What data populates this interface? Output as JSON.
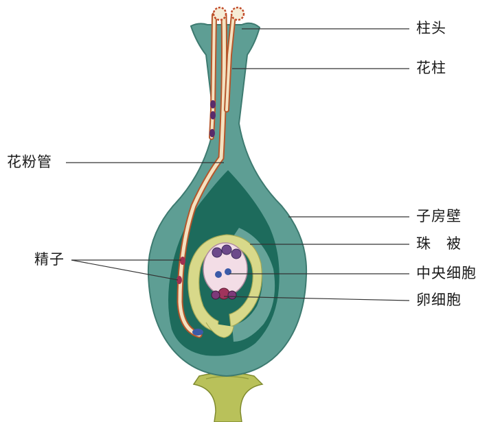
{
  "labels": {
    "stigma": "柱头",
    "style": "花柱",
    "pollen_tube": "花粉管",
    "ovary_wall": "子房壁",
    "integument": "珠　被",
    "sperm": "精子",
    "central_cell": "中央细胞",
    "egg_cell": "卵细胞"
  },
  "colors": {
    "ovary_outer": "#5e9e94",
    "ovary_inner_dark": "#1d6b5c",
    "integument": "#d8d98a",
    "embryo_sac": "#f3dde6",
    "pollen_tube": "#f4e2c0",
    "pollen_tube_edge": "#b5562b",
    "receptacle": "#b9c15a",
    "leader_line": "#333333"
  }
}
